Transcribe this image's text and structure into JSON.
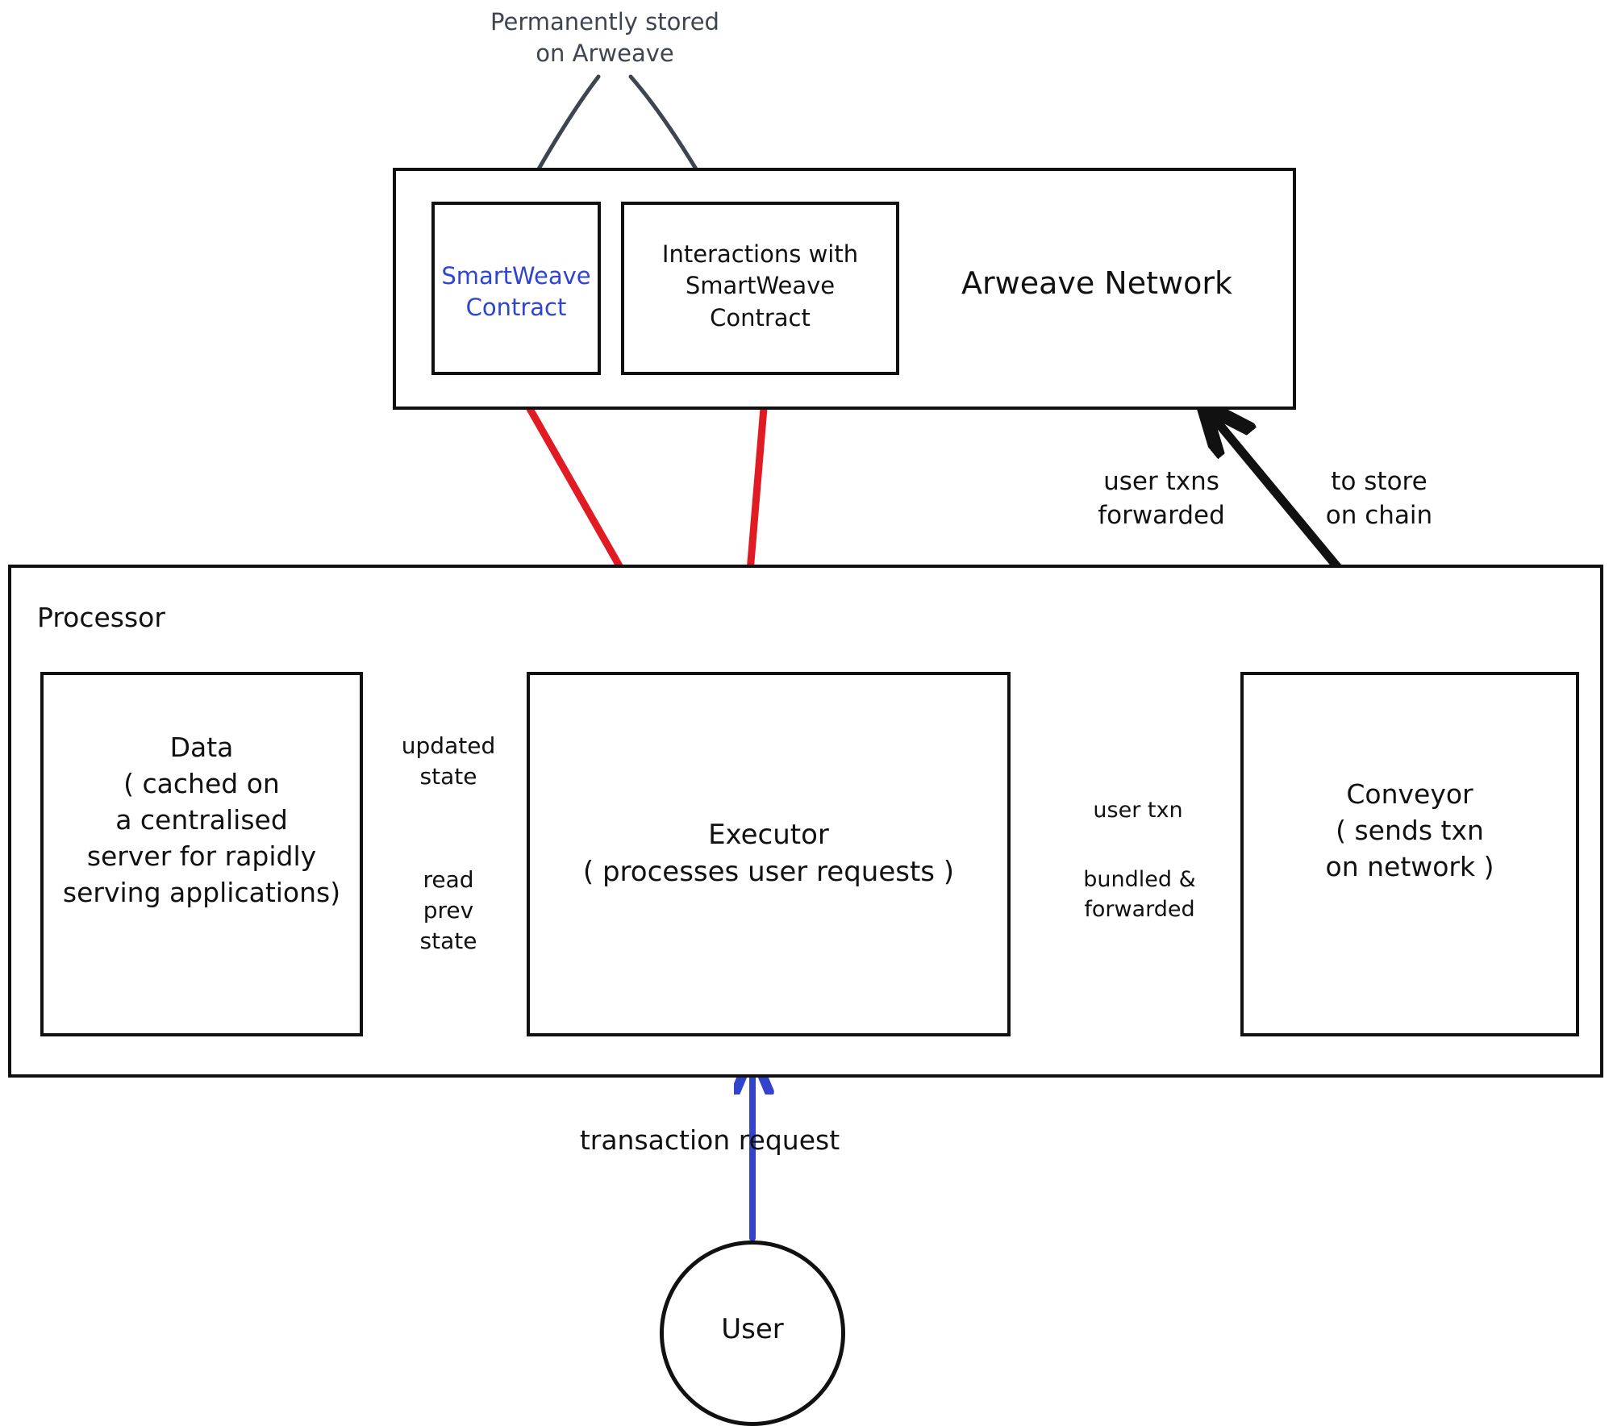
{
  "diagram": {
    "title": "Arweave Processor architecture",
    "colors": {
      "stroke": "#111111",
      "accent_blue": "#2f44d0",
      "arrow_red": "#e01b24",
      "arrow_blue": "#3344cc",
      "annotation_gray": "#3f4550",
      "background": "#ffffff"
    },
    "annotations": {
      "permanently_stored": "Permanently stored\non Arweave",
      "user_txns_forwarded": "user txns\nforwarded",
      "to_store_on_chain": "to store\non chain",
      "transaction_request": "transaction request"
    },
    "arweave": {
      "network_title": "Arweave Network",
      "smartweave_contract": "SmartWeave\nContract",
      "interactions": "Interactions with\nSmartWeave\nContract"
    },
    "processor": {
      "title": "Processor",
      "data": "Data\n( cached on\na centralised\nserver for rapidly\nserving applications)",
      "executor": "Executor\n( processes user requests )",
      "conveyor": "Conveyor\n( sends txn\non network )",
      "edges": {
        "updated_state": "updated\nstate",
        "read_prev_state": "read\nprev\nstate",
        "user_txn": "user txn",
        "bundled_forwarded": "bundled &\nforwarded"
      }
    },
    "actor": {
      "user": "User"
    }
  }
}
